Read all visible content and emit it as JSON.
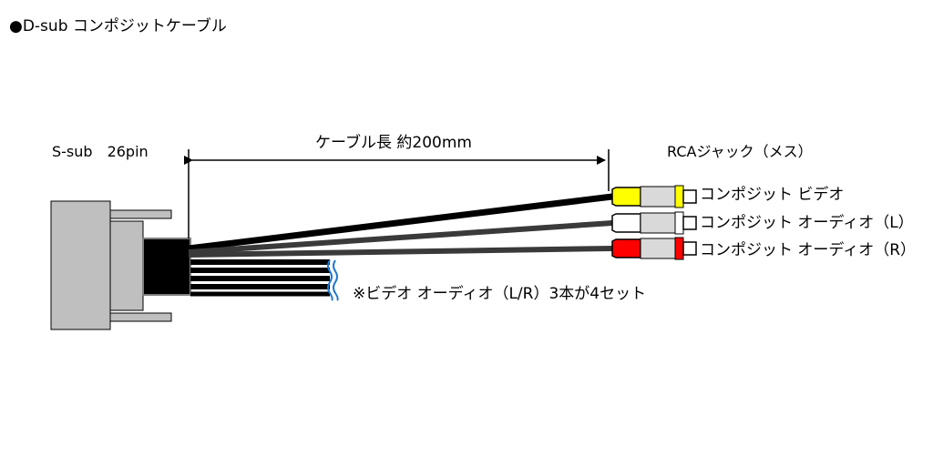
{
  "title": "●D-sub コンポジットケーブル",
  "connector": {
    "label": "S-sub　26pin"
  },
  "cable_length": {
    "label": "ケーブル長 約200mm"
  },
  "rca": {
    "label": "RCAジャック（メス）"
  },
  "plugs": [
    {
      "label": "コンポジット ビデオ",
      "color": "#ffff00"
    },
    {
      "label": "コンポジット オーディオ（L）",
      "color": "#ffffff"
    },
    {
      "label": "コンポジット オーディオ（R）",
      "color": "#ff0000"
    }
  ],
  "note": {
    "label": "※ビデオ オーディオ（L/R）3本が4セット"
  },
  "colors": {
    "break_mark": "#1f77d0",
    "connector_body": "#bfbfbf",
    "cable": "#000000"
  }
}
